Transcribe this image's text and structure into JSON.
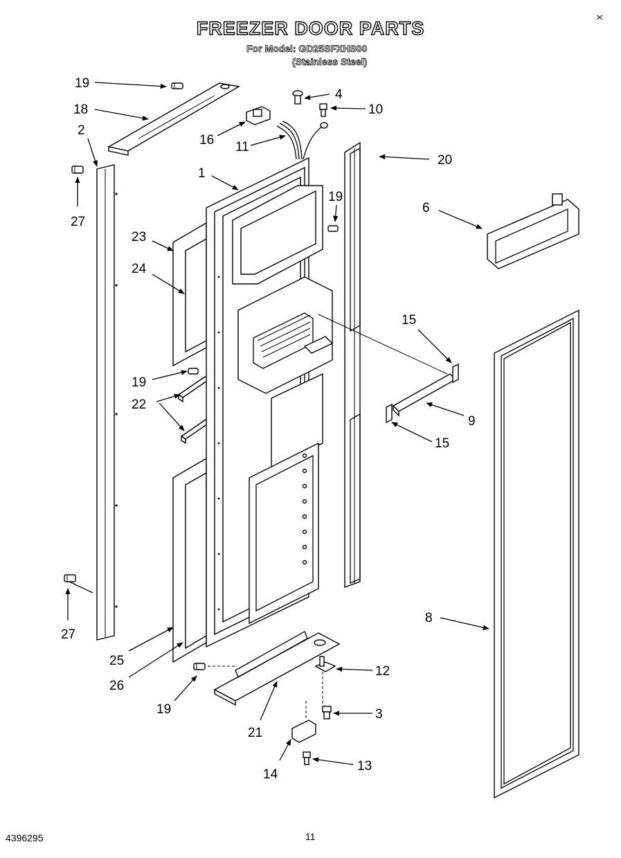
{
  "header": {
    "title": "FREEZER DOOR PARTS",
    "model_line": "For Model: GD25SFXHS00",
    "finish_line": "(Stainless Steel)"
  },
  "footer": {
    "doc_number": "4396295",
    "page_number": "11"
  },
  "callouts": {
    "c19a": "19",
    "c18": "18",
    "c2": "2",
    "c27a": "27",
    "c16": "16",
    "c4": "4",
    "c10": "10",
    "c11": "11",
    "c1": "1",
    "c20": "20",
    "c19b": "19",
    "c6": "6",
    "c23": "23",
    "c24": "24",
    "c15a": "15",
    "c19c": "19",
    "c22": "22",
    "c9": "9",
    "c15b": "15",
    "c27b": "27",
    "c8": "8",
    "c25": "25",
    "c26": "26",
    "c12": "12",
    "c19d": "19",
    "c3": "3",
    "c21": "21",
    "c14": "14",
    "c13": "13"
  }
}
